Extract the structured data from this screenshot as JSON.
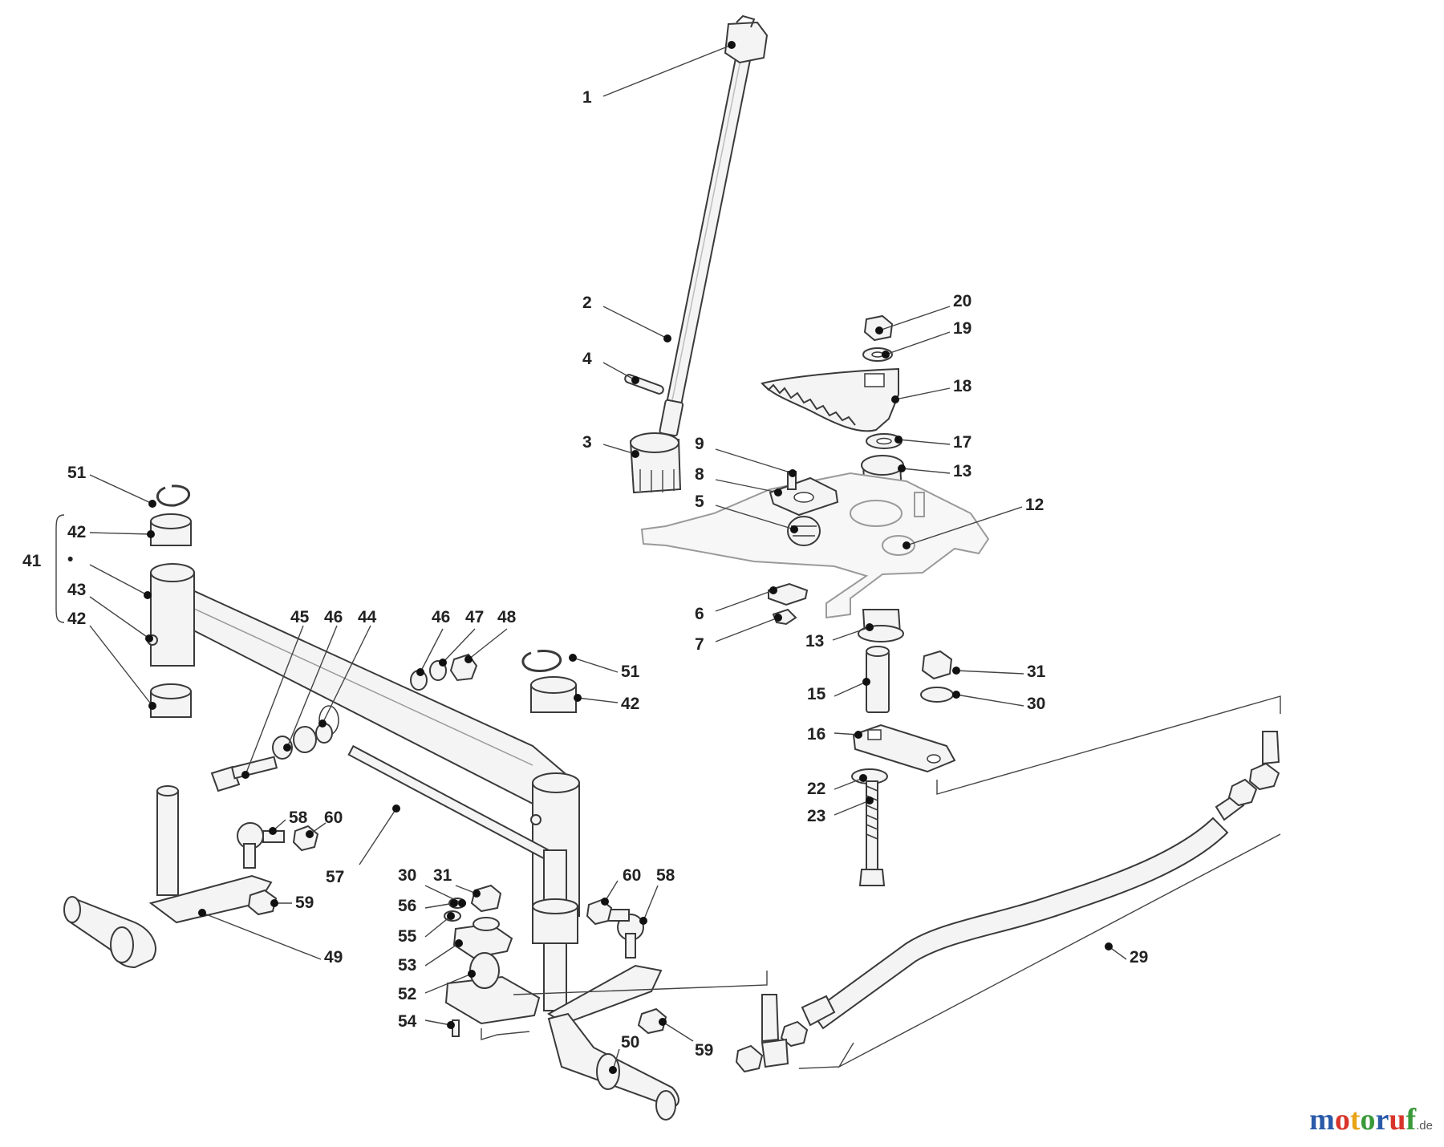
{
  "watermark": {
    "letters": [
      {
        "ch": "m",
        "color": "#2a5aa8"
      },
      {
        "ch": "o",
        "color": "#d9342b"
      },
      {
        "ch": "t",
        "color": "#e8a317"
      },
      {
        "ch": "o",
        "color": "#3a9a3a"
      },
      {
        "ch": "r",
        "color": "#2a5aa8"
      },
      {
        "ch": "u",
        "color": "#d9342b"
      },
      {
        "ch": "f",
        "color": "#3a9a3a"
      }
    ],
    "tld": ".de"
  },
  "callouts": [
    "1",
    "2",
    "4",
    "3",
    "20",
    "19",
    "18",
    "17",
    "9",
    "13",
    "8",
    "12",
    "5",
    "6",
    "7",
    "13",
    "31",
    "15",
    "30",
    "16",
    "22",
    "23",
    "51",
    "42",
    "41",
    "•",
    "43",
    "42",
    "45",
    "46",
    "44",
    "46",
    "47",
    "48",
    "51",
    "42",
    "58",
    "60",
    "57",
    "30",
    "31",
    "60",
    "58",
    "56",
    "55",
    "53",
    "52",
    "54",
    "59",
    "49",
    "29",
    "50",
    "59"
  ]
}
